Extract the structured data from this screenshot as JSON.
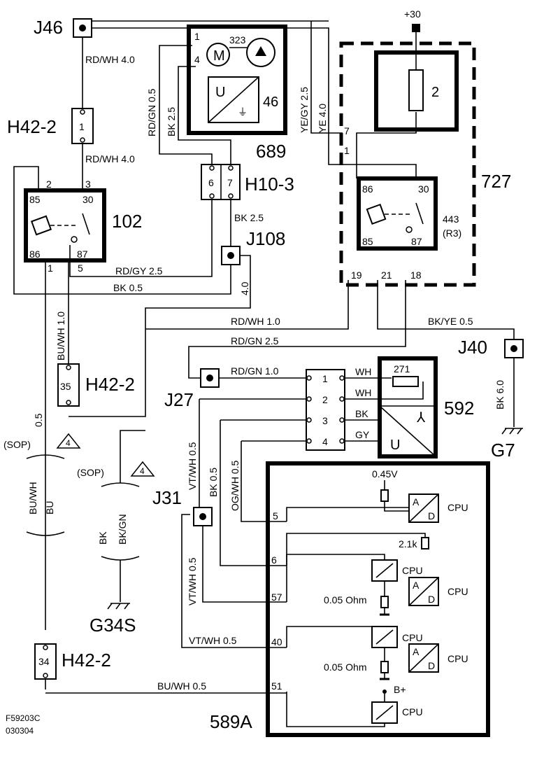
{
  "components": {
    "j46": "J46",
    "h42_top": "H42-2",
    "h42_35": "H42-2",
    "h42_34": "H42-2",
    "relay102": "102",
    "c689": "689",
    "c727": "727",
    "c443": "443",
    "c443_sub": "(R3)",
    "h10_3": "H10-3",
    "j108": "J108",
    "j40": "J40",
    "g7": "G7",
    "j27": "J27",
    "c592": "592",
    "c271": "271",
    "j31": "J31",
    "g34s": "G34S",
    "c589a": "589A",
    "motor_id": "323",
    "sensor_id": "46",
    "fuse_id": "2",
    "supply": "+30",
    "motor_letter": "M",
    "u_letter_689": "U",
    "u_letter_592": "U"
  },
  "pins": {
    "h42_top": "1",
    "h42_35": "35",
    "h42_34": "34",
    "h10_a": "6",
    "h10_b": "7",
    "r102_85": "85",
    "r102_30": "30",
    "r102_86": "86",
    "r102_87": "87",
    "r102_2": "2",
    "r102_3": "3",
    "r102_1": "1",
    "r102_5": "5",
    "r443_86": "86",
    "r443_30": "30",
    "r443_85": "85",
    "r443_87": "87",
    "c727_7": "7",
    "c727_1": "1",
    "c727_19": "19",
    "c727_21": "21",
    "c727_18": "18",
    "c689_1": "1",
    "c689_4": "4",
    "conn_1": "1",
    "conn_2": "2",
    "conn_3": "3",
    "conn_4": "4",
    "ecu_5": "5",
    "ecu_6": "6",
    "ecu_57": "57",
    "ecu_40": "40",
    "ecu_51": "51"
  },
  "wires": {
    "rdwh_4_top": "RD/WH  4.0",
    "rdwh_4_mid": "RD/WH  4.0",
    "rdgn_05": "RD/GN  0.5",
    "bk_25_v": "BK  2.5",
    "yegy_25": "YE/GY  2.5",
    "ye_40": "YE  4.0",
    "bk_25_h": "BK   2.5",
    "rdgy_25": "RD/GY  2.5",
    "bk_05_h": "BK  0.5",
    "v_40": "4.0",
    "rdwh_10": "RD/WH 1.0",
    "bkye_05": "BK/YE  0.5",
    "rdgn_25": "RD/GN  2.5",
    "rdgn_10": "RD/GN  1.0",
    "buwh_10": "BU/WH 1.0",
    "bk_60": "BK  6.0",
    "v_05": "0.5",
    "wh_1": "WH",
    "wh_2": "WH",
    "bk_3": "BK",
    "gy_4": "GY",
    "vtwh_05_a": "VT/WH  0.5",
    "bk_05_v": "BK  0.5",
    "ogwh_05": "OG/WH  0.5",
    "vtwh_05_b": "VT/WH  0.5",
    "vtwh_05_h": "VT/WH  0.5",
    "buwh_05": "BU/WH  0.5",
    "sop1": "(SOP)",
    "sop2": "(SOP)",
    "tri": "4",
    "buwh": "BU/WH",
    "bu": "BU",
    "bk": "BK",
    "bkgn": "BK/GN"
  },
  "ecu": {
    "v045": "0.45V",
    "r21k": "2.1k",
    "r005_a": "0.05 Ohm",
    "r005_b": "0.05 Ohm",
    "bplus": "B+",
    "cpu": "CPU",
    "a": "A",
    "d": "D"
  },
  "footer": {
    "line1": "F59203C",
    "line2": "030304"
  }
}
